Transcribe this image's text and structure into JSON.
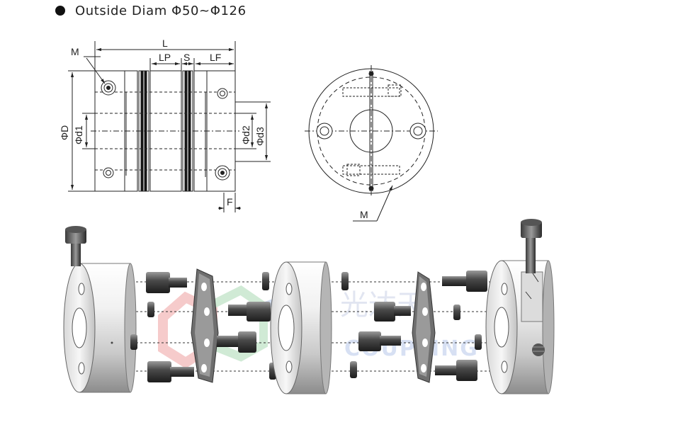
{
  "heading": {
    "text": "Outside Diam Φ50~Φ126"
  },
  "drawing": {
    "dimensions": {
      "L": "L",
      "LP": "LP",
      "S": "S",
      "LF": "LF",
      "F": "F",
      "M_side": "M",
      "M_front": "M",
      "OD": "ΦD",
      "d1": "Φd1",
      "d2": "Φd2",
      "d3": "Φd3"
    }
  },
  "watermark": {
    "registered": "®",
    "word": "COUPLING",
    "chinese": "光达天"
  },
  "colors": {
    "line": "#222222",
    "metal_light": "#f3f3f3",
    "metal_dark": "#8a8a8a",
    "disc": "#2a2a2a",
    "watermark_red": "#e46a6a",
    "watermark_green": "#7cc48a",
    "watermark_blue": "#7f9fd6"
  },
  "icons": [
    "socket-head-screw-icon",
    "flange-disc-icon",
    "hub-ring-icon"
  ]
}
